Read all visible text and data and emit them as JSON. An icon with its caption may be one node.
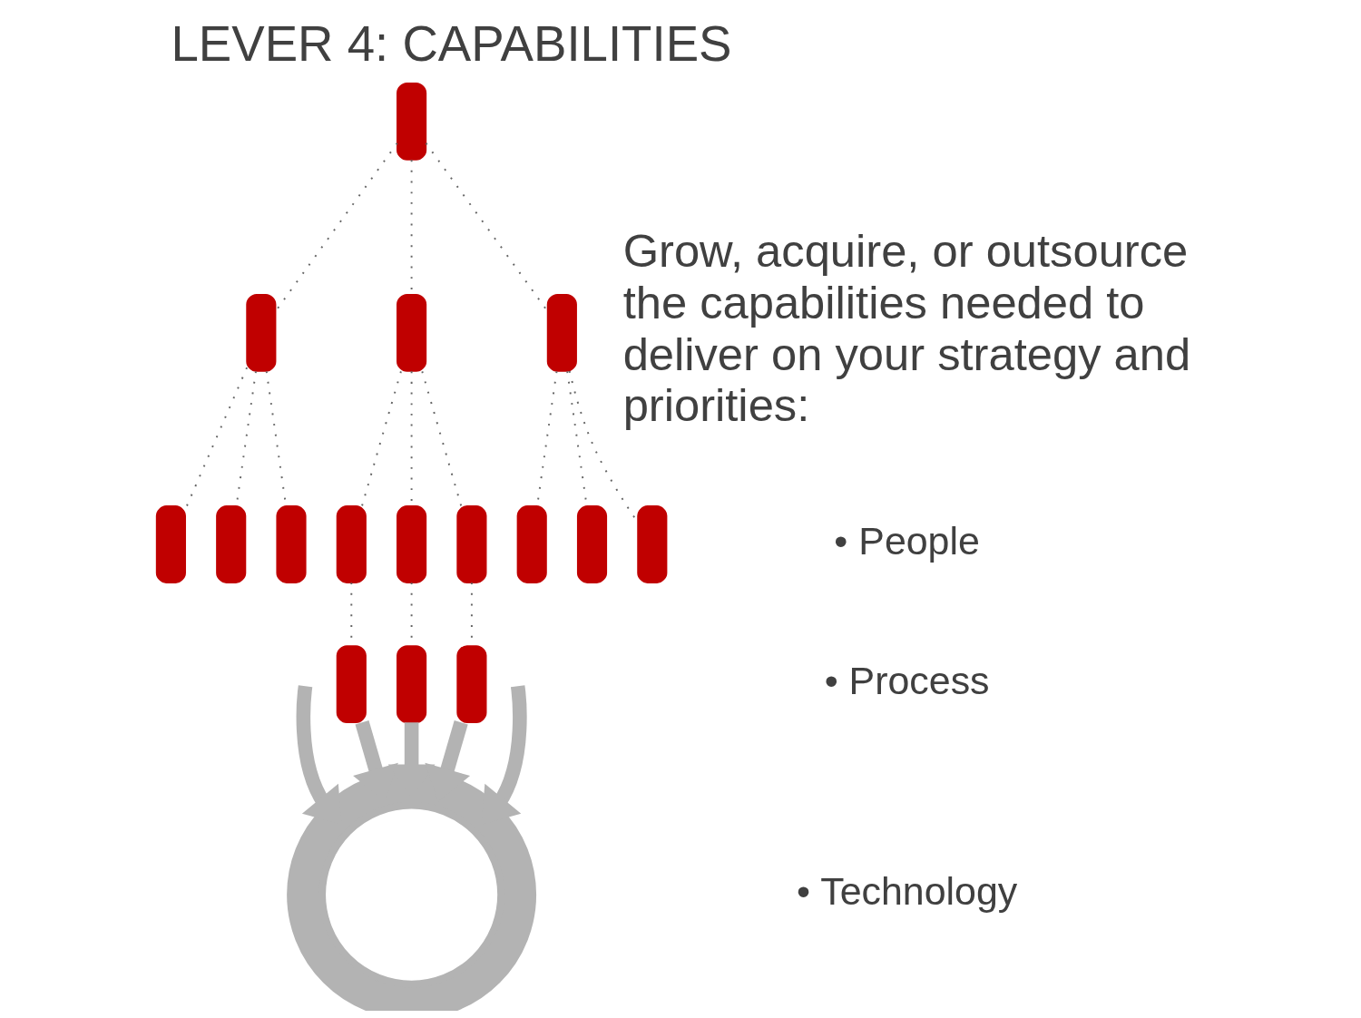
{
  "diagram": {
    "title": "LEVER 4: CAPABILITIES",
    "nodes": [
      {
        "text": [],
        "shape": "person"
      },
      {
        "text": [],
        "shape": "person"
      },
      {
        "text": [],
        "shape": "person"
      },
      {
        "text": [],
        "shape": "person"
      },
      {
        "text": [],
        "shape": "person"
      },
      {
        "text": [],
        "shape": "person"
      },
      {
        "text": [],
        "shape": "person"
      },
      {
        "text": [],
        "shape": "person"
      },
      {
        "text": [],
        "shape": "person"
      },
      {
        "text": [],
        "shape": "person"
      },
      {
        "text": [],
        "shape": "person"
      },
      {
        "text": [],
        "shape": "person"
      },
      {
        "text": [],
        "shape": "person"
      },
      {
        "text": [],
        "shape": "person"
      },
      {
        "text": [],
        "shape": "person"
      },
      {
        "text": [],
        "shape": "person"
      },
      {
        "text": [],
        "shape": "circle"
      }
    ],
    "edges": [
      {
        "from": 0,
        "to": 1,
        "arrow": "none",
        "style": "dashed"
      },
      {
        "from": 0,
        "to": 2,
        "arrow": "none",
        "style": "dashed"
      },
      {
        "from": 0,
        "to": 3,
        "arrow": "none",
        "style": "dashed"
      },
      {
        "from": 1,
        "to": 4,
        "arrow": "none",
        "style": "dashed"
      },
      {
        "from": 1,
        "to": 5,
        "arrow": "none",
        "style": "dashed"
      },
      {
        "from": 1,
        "to": 6,
        "arrow": "none",
        "style": "dashed"
      },
      {
        "from": 2,
        "to": 7,
        "arrow": "none",
        "style": "dashed"
      },
      {
        "from": 2,
        "to": 8,
        "arrow": "none",
        "style": "dashed"
      },
      {
        "from": 2,
        "to": 9,
        "arrow": "none",
        "style": "dashed"
      },
      {
        "from": 3,
        "to": 10,
        "arrow": "none",
        "style": "dashed"
      },
      {
        "from": 3,
        "to": 11,
        "arrow": "none",
        "style": "dashed"
      },
      {
        "from": 3,
        "to": 12,
        "arrow": "none",
        "style": "dashed"
      },
      {
        "from": 7,
        "to": 13,
        "arrow": "none",
        "style": "dashed"
      },
      {
        "from": 8,
        "to": 14,
        "arrow": "none",
        "style": "dashed"
      },
      {
        "from": 9,
        "to": 15,
        "arrow": "none",
        "style": "dashed"
      },
      {
        "from": 13,
        "to": 16,
        "arrow": "to",
        "style": "thick",
        "color": "#b3b3b3"
      },
      {
        "from": 14,
        "to": 16,
        "arrow": "to",
        "style": "thick",
        "color": "#b3b3b3"
      },
      {
        "from": 15,
        "to": 16,
        "arrow": "to",
        "style": "thick",
        "color": "#b3b3b3"
      },
      {
        "from": null,
        "to": 16,
        "arrow": "to",
        "style": "thick",
        "color": "#b3b3b3"
      },
      {
        "from": null,
        "to": 16,
        "arrow": "to",
        "style": "thick",
        "color": "#b3b3b3"
      }
    ],
    "labels": [
      "Grow, acquire, or outsource the capabilities needed to deliver on your strategy and priorities:",
      "• People",
      "• Process",
      "• Technology"
    ]
  }
}
